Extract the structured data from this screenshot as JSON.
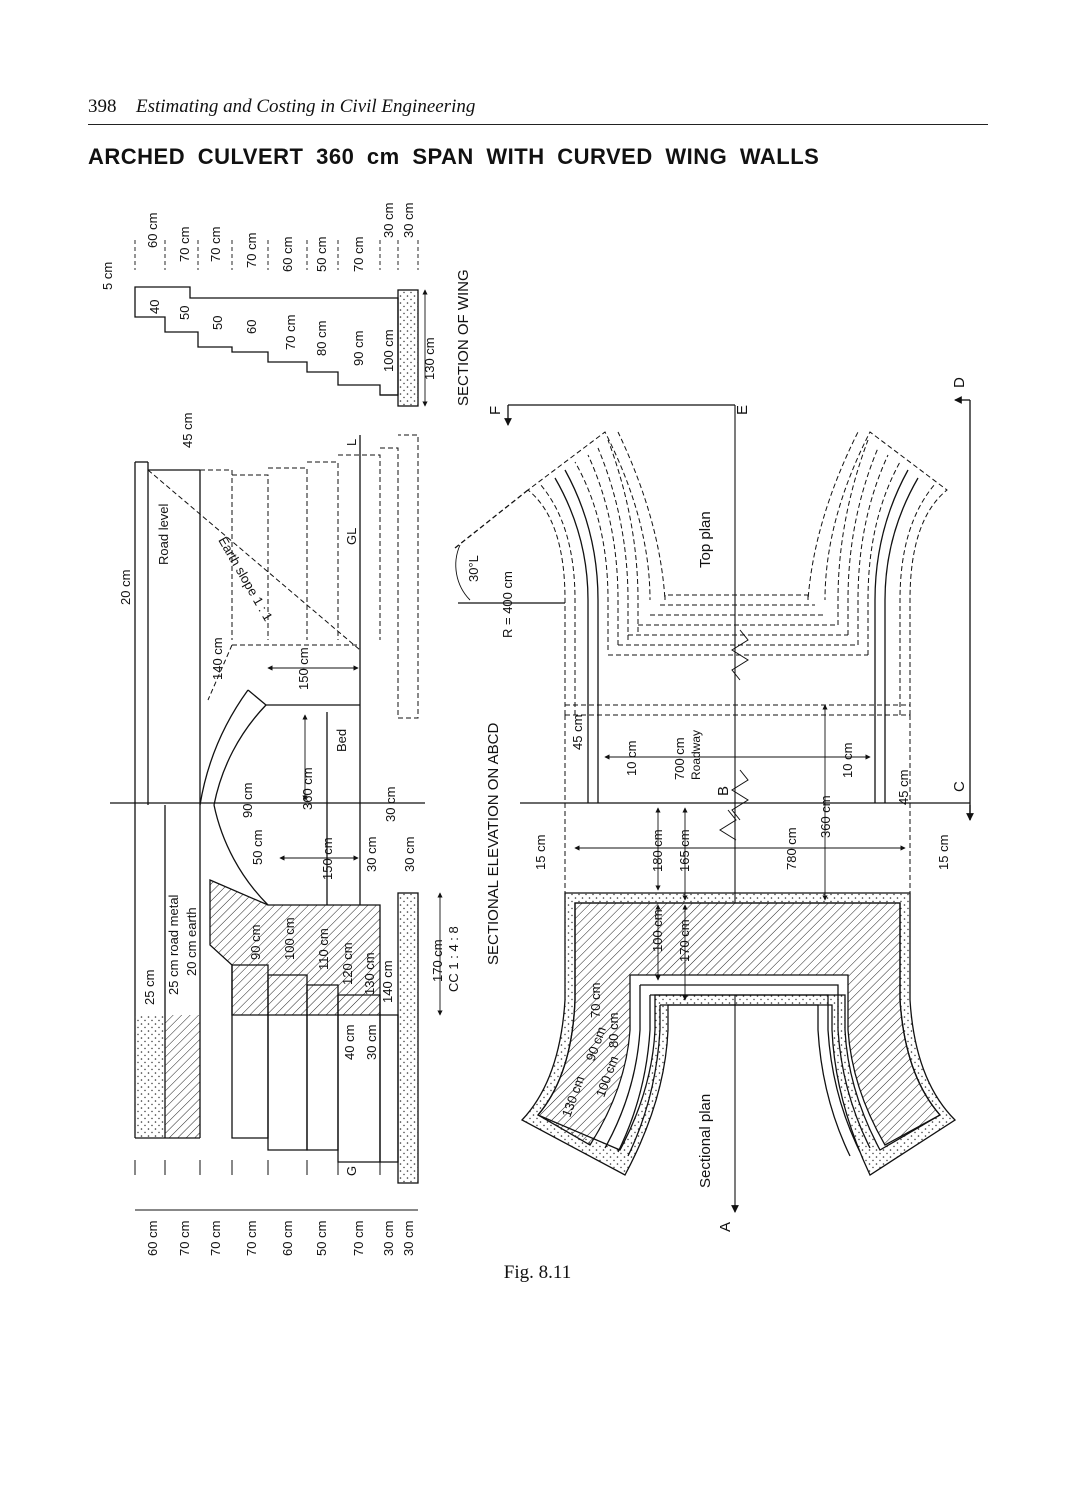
{
  "header": {
    "page_number": "398",
    "book_title": "Estimating and Costing in Civil Engineering"
  },
  "title": "ARCHED CULVERT 360 cm SPAN WITH CURVED WING WALLS",
  "caption": "Fig. 8.11",
  "view_labels": {
    "section_of_wing": "SECTION OF WING",
    "sectional_elevation": "SECTIONAL ELEVATION ON ABCD",
    "top_plan": "Top plan",
    "sectional_plan": "Sectional plan"
  },
  "wing_section": {
    "widths": [
      "60 cm",
      "70 cm",
      "70 cm",
      "70 cm",
      "60 cm",
      "50 cm",
      "70 cm",
      "30 cm",
      "30 cm"
    ],
    "depths": [
      "40",
      "50",
      "50",
      "60",
      "70 cm",
      "80 cm",
      "90 cm",
      "100 cm",
      "130 cm"
    ],
    "top_offset": "5 cm"
  },
  "elevation": {
    "bottom_widths": [
      "60 cm",
      "70 cm",
      "70 cm",
      "70 cm",
      "60 cm",
      "50 cm",
      "70 cm",
      "30 cm",
      "30 cm"
    ],
    "labels": {
      "road_level": "Road level",
      "earth_slope": "Earth slope 1 : 1",
      "gl": "GL",
      "l": "L",
      "g": "G",
      "bed": "Bed",
      "top_offset": "45 cm",
      "road_thickness": "20 cm",
      "wing_top": "25 cm",
      "road_metal": "25 cm road metal",
      "earth": "20 cm earth",
      "d140": "140 cm",
      "d150a": "150 cm",
      "span": "360 cm",
      "d150b": "150 cm",
      "d90": "90 cm",
      "d50": "50 cm",
      "d30a": "30 cm",
      "d30b": "30 cm",
      "d30c": "30 cm",
      "d170": "170 cm",
      "cc": "CC 1 : 4 : 8",
      "d40": "40 cm",
      "d30d": "30 cm"
    },
    "footing_depths": [
      "90 cm",
      "100 cm",
      "110 cm",
      "120 cm",
      "130 cm",
      "140 cm"
    ]
  },
  "plan": {
    "letters": {
      "a": "A",
      "b": "B",
      "c": "C",
      "d": "D",
      "e": "E",
      "f": "F"
    },
    "angle": "30°L",
    "radius": "R = 400 cm",
    "roadway": "700 cm",
    "roadway_label": "Roadway",
    "d45l": "45 cm",
    "d45r": "45 cm",
    "d10l": "10 cm",
    "d10r": "10 cm",
    "d360": "360 cm",
    "d15l": "15 cm",
    "d15r": "15 cm",
    "d180": "180 cm",
    "d165": "165 cm",
    "d780": "780 cm",
    "d100a": "100 cm",
    "d170": "170 cm",
    "wing_dims": [
      "70 cm",
      "80 cm",
      "90 cm",
      "100 cm",
      "130 cm"
    ]
  }
}
